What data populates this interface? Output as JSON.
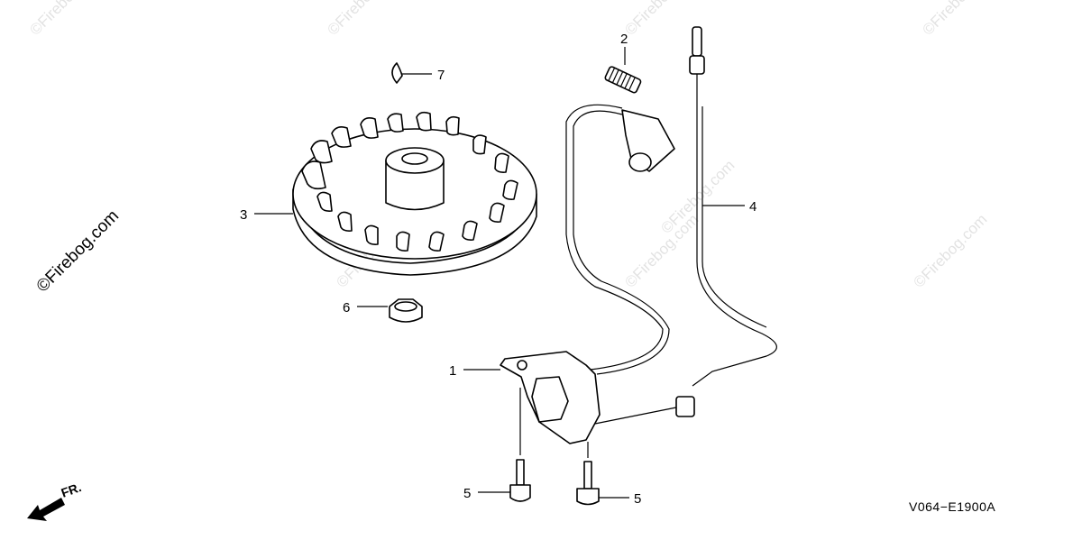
{
  "watermark": "©Firebog.com",
  "diagram_code": "V064−E1900A",
  "direction_label": "FR.",
  "callouts": {
    "c1": "1",
    "c2": "2",
    "c3": "3",
    "c4": "4",
    "c5a": "5",
    "c5b": "5",
    "c6": "6",
    "c7": "7"
  }
}
